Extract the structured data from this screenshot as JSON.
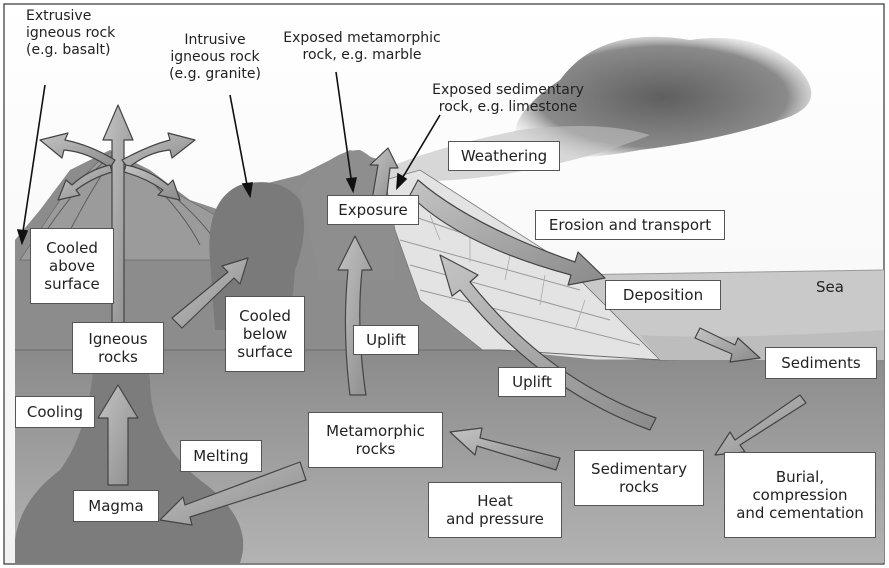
{
  "annotations": {
    "extrusive": "Extrusive\nigneous rock\n(e.g. basalt)",
    "intrusive": "Intrusive\nigneous rock\n(e.g. granite)",
    "exposed_metamorphic": "Exposed metamorphic\nrock, e.g. marble",
    "exposed_sedimentary": "Exposed sedimentary\nrock, e.g. limestone"
  },
  "boxes": {
    "weathering": "Weathering",
    "exposure": "Exposure",
    "erosion": "Erosion and transport",
    "deposition": "Deposition",
    "sediments": "Sediments",
    "cooled_above": "Cooled\nabove\nsurface",
    "igneous_rocks": "Igneous\nrocks",
    "cooled_below": "Cooled\nbelow\nsurface",
    "uplift_1": "Uplift",
    "uplift_2": "Uplift",
    "cooling": "Cooling",
    "metamorphic_rocks": "Metamorphic\nrocks",
    "melting": "Melting",
    "magma": "Magma",
    "heat_pressure": "Heat\nand pressure",
    "sedimentary_rocks": "Sedimentary\nrocks",
    "burial": "Burial,\ncompression\nand cementation"
  },
  "region_labels": {
    "sea": "Sea"
  },
  "colors": {
    "sky": "#ffffff",
    "land": "#8e8e8e",
    "underground": "#a3a3a3",
    "sea": "#cfcfcf",
    "arrow_fill": "#9a9a9a",
    "arrow_stroke": "#444444",
    "magma_chamber": "#7c7c7c",
    "cloud": "#6e6e6e"
  }
}
